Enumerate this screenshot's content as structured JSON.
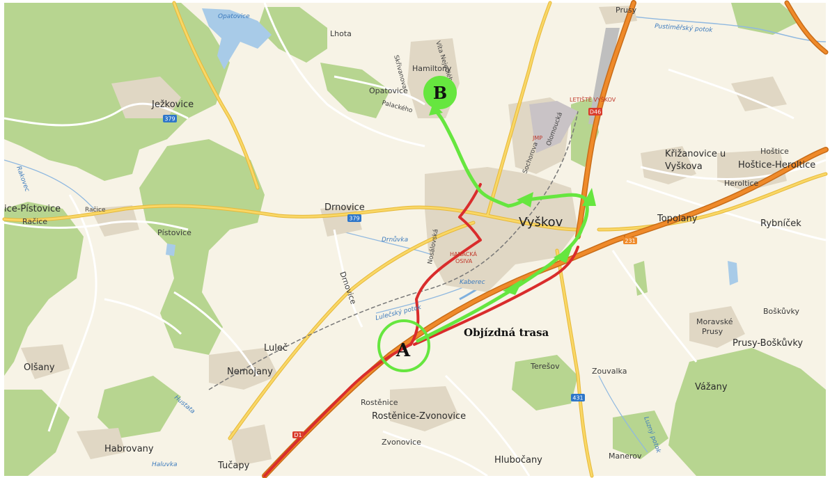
{
  "places": {
    "jezkovice": "Ježkovice",
    "drnovice": "Drnovice",
    "vyskov": "Vyškov",
    "topolany": "Topolany",
    "rybnicek": "Rybníček",
    "krizanovice": "Křižanovice u",
    "krizanovice2": "Vyškova",
    "hostice": "Hoštice",
    "hostice_heroltice": "Hoštice-Heroltice",
    "heroltice": "Heroltice",
    "pistovice_full": "ice-Pístovice",
    "racice": "Račice",
    "racice2": "Račice",
    "pistovice": "Pístovice",
    "lulec": "Luleč",
    "nemojany": "Nemojany",
    "olsany": "Olšany",
    "habrovany": "Habrovany",
    "tucapy": "Tučapy",
    "rostenice": "Rostěnice",
    "rostenice_zvonovice": "Rostěnice-Zvonovice",
    "zvonovice": "Zvonovice",
    "hlubocany": "Hlubočany",
    "manerov": "Manerov",
    "teresov": "Terešov",
    "zouvalka": "Zouvalka",
    "vazany": "Vážany",
    "moravske": "Moravské",
    "prusy_small": "Prusy",
    "prusy_boskuvky": "Prusy-Boškůvky",
    "boskuvky": "Boškůvky",
    "prusy_top": "Prusy",
    "lhota": "Lhota",
    "hamiltony": "Hamiltony",
    "opatovice": "Opatovice",
    "drnovice_road": "Drnovice"
  },
  "streets": {
    "skrvanova": "Skřivanova",
    "vita_nejedleho": "Víta Nejedlého",
    "palackeho": "Palackého",
    "sochorova": "Sochorova",
    "olomoucka": "Olomoucká",
    "nosalovicka": "Nosálovská"
  },
  "water": {
    "opatovice_res": "Opatovice",
    "pustimersky": "Pustiměřský potok",
    "drnovka": "Drnůvka",
    "lulecky": "Lulečský potok",
    "rakovec": "Rakovec",
    "haluvka": "Haluvka",
    "kaberec": "Kaberec",
    "luzny": "Luzný potok",
    "hustata": "Hustata"
  },
  "poi": {
    "letiste": "LETIŠTĚ VYŠKOV",
    "jmp": "JMP",
    "hanacka": "HANÁCKÁ",
    "osiva": "OSIVA"
  },
  "shields": {
    "r379a": "379",
    "r379b": "379",
    "d46": "D46",
    "r431": "431",
    "r231": "231",
    "d1": "D1"
  },
  "markers": {
    "a": "A",
    "b": "B"
  },
  "route": {
    "label": "Objízdná trasa"
  },
  "colors": {
    "background": "#f7f3e6",
    "forest": "#b7d590",
    "urban": "#e0d7c4",
    "water": "#a8cbe8",
    "road_yellow": "#f5c94d",
    "highway_orange": "#ef8a2a",
    "closed_route": "#d92c2c",
    "detour_route": "#66e63f"
  }
}
